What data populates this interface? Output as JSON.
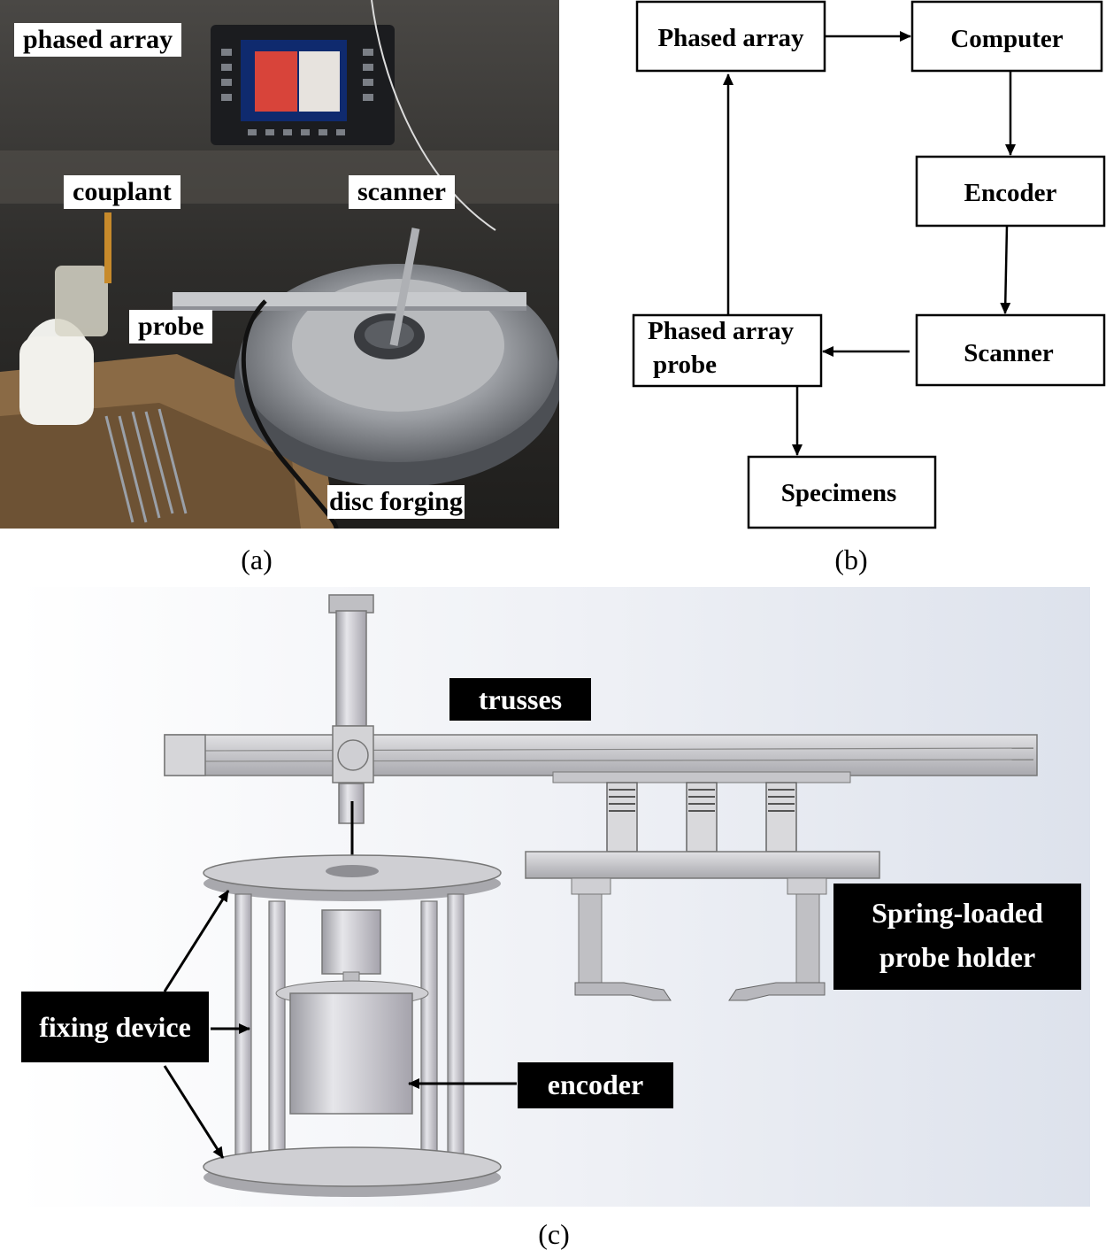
{
  "panel_a": {
    "caption": "(a)",
    "labels": {
      "phased_array": "phased array",
      "couplant": "couplant",
      "scanner": "scanner",
      "probe": "probe",
      "disc_forging": "disc forging"
    }
  },
  "panel_b": {
    "caption": "(b)",
    "nodes": {
      "phased_array": "Phased array",
      "computer": "Computer",
      "encoder": "Encoder",
      "scanner": "Scanner",
      "probe_line1": "Phased array",
      "probe_line2": "probe",
      "specimens": "Specimens"
    }
  },
  "panel_c": {
    "caption": "(c)",
    "labels": {
      "trusses": "trusses",
      "holder_line1": "Spring-loaded",
      "holder_line2": "probe holder",
      "fixing_device": "fixing device",
      "encoder": "encoder"
    }
  },
  "colors": {
    "photo_dark": "#2b2a28",
    "metal": "#c9c9cc",
    "metal_dark": "#8e8e92",
    "screen_red": "#d8443a",
    "label_bg_black": "#000000"
  }
}
